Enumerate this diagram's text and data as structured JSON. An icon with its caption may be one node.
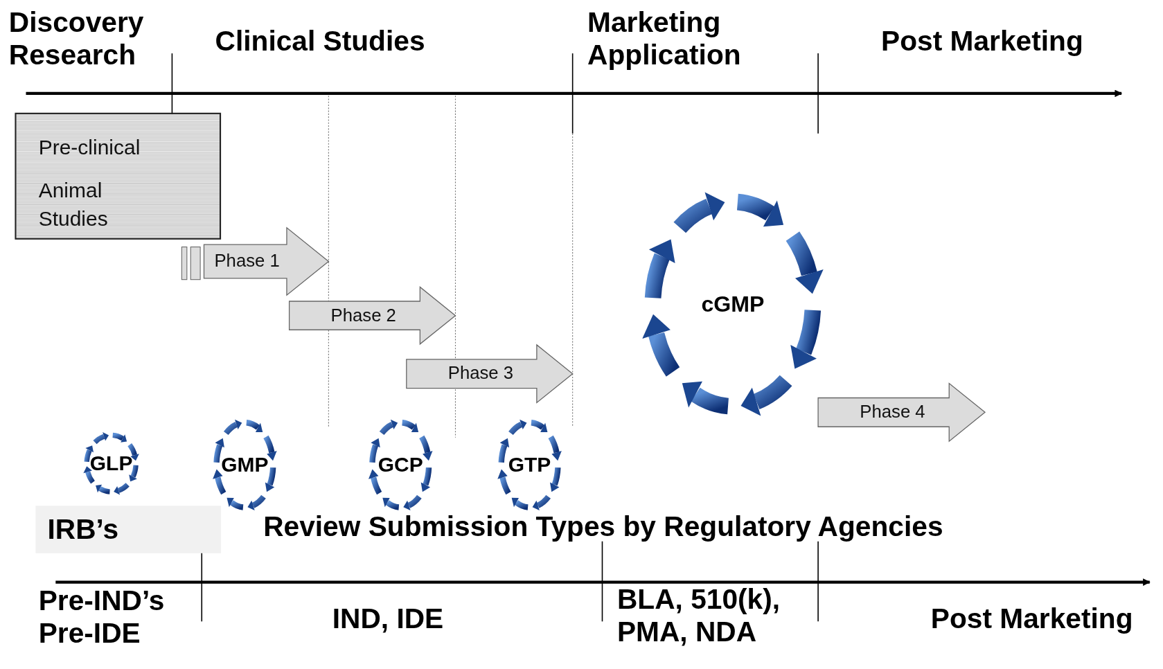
{
  "diagram": {
    "nodes": [
      {
        "text": [
          "Pre-clinical",
          "Animal Studies"
        ]
      },
      {
        "text": [
          "Phase 1"
        ]
      },
      {
        "text": [
          "Phase 2"
        ]
      },
      {
        "text": [
          "Phase 3"
        ]
      },
      {
        "text": [
          "cGMP"
        ]
      },
      {
        "text": [
          "Phase 4"
        ]
      },
      {
        "text": [
          "GLP"
        ]
      },
      {
        "text": [
          "GMP"
        ]
      },
      {
        "text": [
          "GCP"
        ]
      },
      {
        "text": [
          "GTP"
        ]
      },
      {
        "text": [
          "IRB’s"
        ]
      }
    ],
    "labels": [
      "Discovery Research",
      "Clinical Studies",
      "Marketing Application",
      "Post Marketing",
      "Review Submission Types by Regulatory Agencies",
      "Pre-IND’s Pre-IDE",
      "IND, IDE",
      "BLA, 510(k), PMA, NDA",
      "Post Marketing"
    ]
  }
}
